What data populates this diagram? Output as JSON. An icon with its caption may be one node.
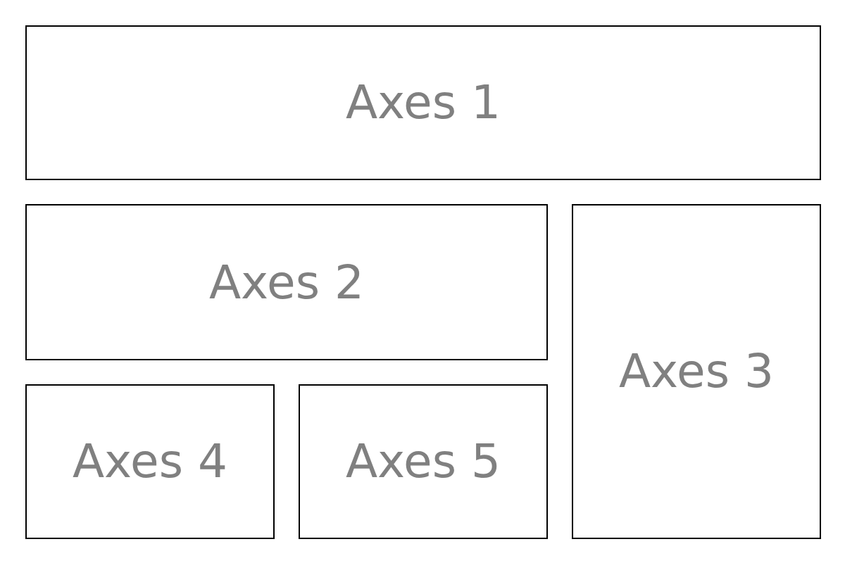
{
  "diagram": {
    "nodes": [
      {
        "text": [
          "Axes 1"
        ]
      },
      {
        "text": [
          "Axes 2"
        ]
      },
      {
        "text": [
          "Axes 3"
        ]
      },
      {
        "text": [
          "Axes 4"
        ]
      },
      {
        "text": [
          "Axes 5"
        ]
      }
    ]
  }
}
